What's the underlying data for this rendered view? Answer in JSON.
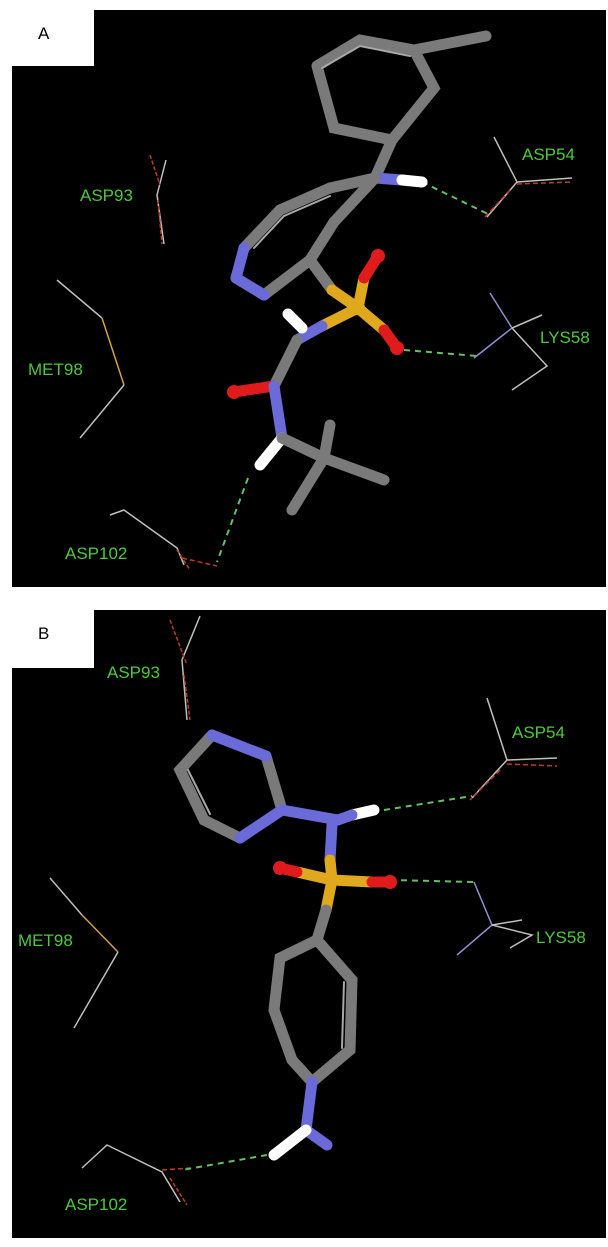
{
  "panels": [
    {
      "label": "A",
      "residues": [
        "ASP54",
        "ASP93",
        "LYS58",
        "MET98",
        "ASP102"
      ]
    },
    {
      "label": "B",
      "residues": [
        "ASP93",
        "ASP54",
        "LYS58",
        "MET98",
        "ASP102"
      ]
    }
  ],
  "colors": {
    "background": "#000000",
    "residue_label": "#4ec93a",
    "carbon": "#7a7a7a",
    "nitrogen": "#6a6ad8",
    "oxygen": "#e01b1b",
    "sulfur": "#e0a81c",
    "hydrogen": "#ffffff",
    "hbond": "#63c063"
  }
}
